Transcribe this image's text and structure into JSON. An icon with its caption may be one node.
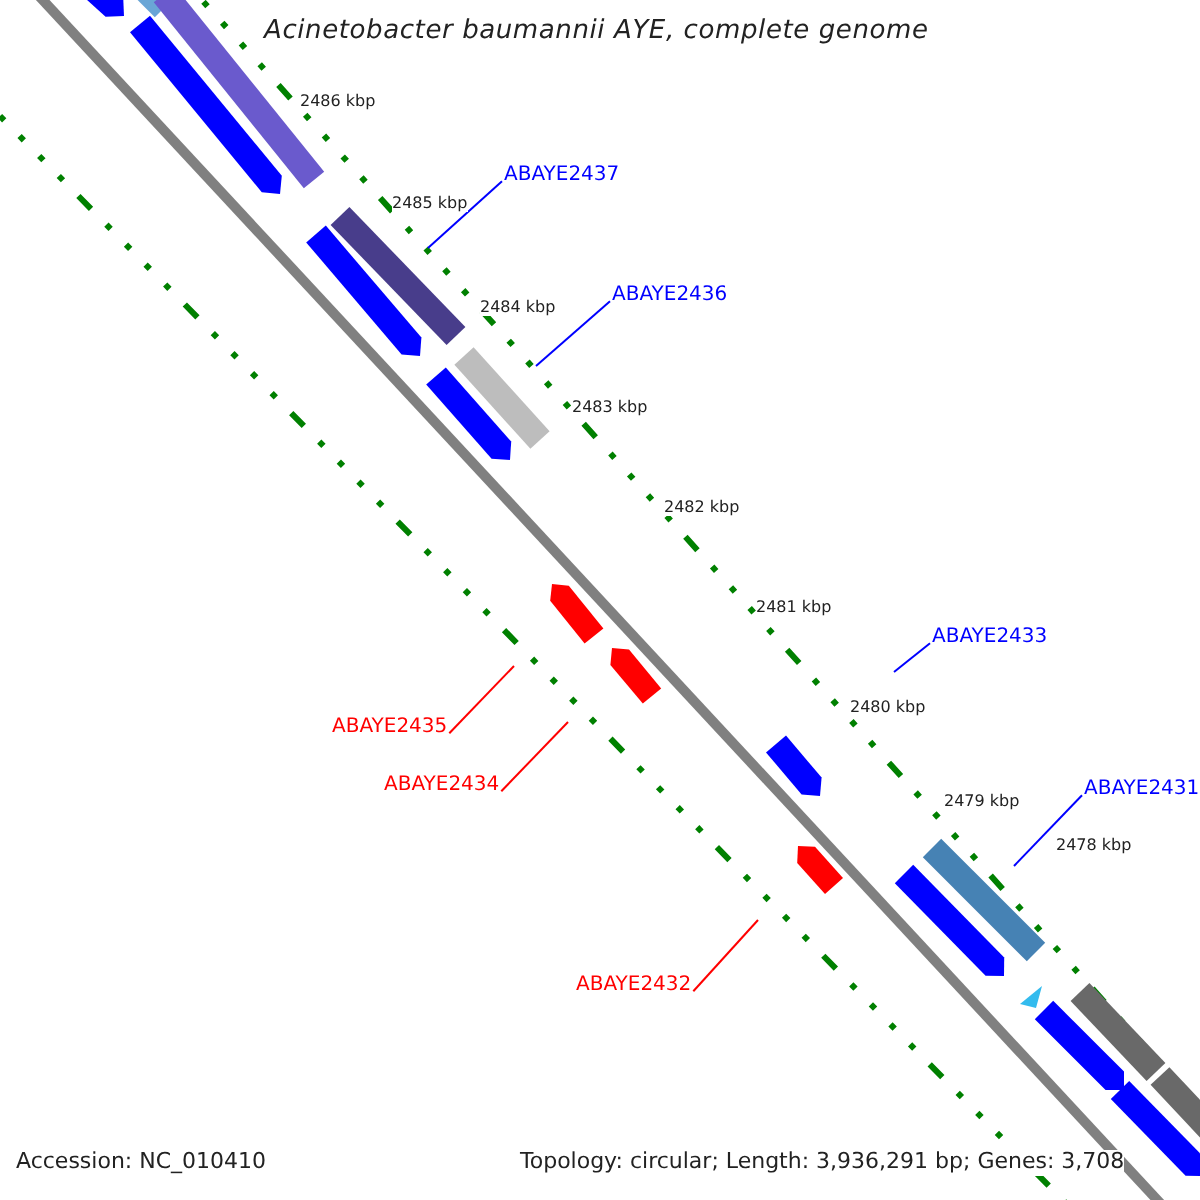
{
  "diagram": {
    "title": "Acinetobacter baumannii AYE, complete genome",
    "nodes": [
      {
        "text": [
          "ABAYE2437"
        ]
      },
      {
        "text": [
          "ABAYE2436"
        ]
      },
      {
        "text": [
          "ABAYE2433"
        ]
      },
      {
        "text": [
          "ABAYE2431"
        ]
      },
      {
        "text": [
          "ABAYE2435"
        ]
      },
      {
        "text": [
          "ABAYE2434"
        ]
      },
      {
        "text": [
          "ABAYE2432"
        ]
      }
    ],
    "edges": [
      {
        "from": 0,
        "to": null,
        "arrow": "none"
      },
      {
        "from": 1,
        "to": null,
        "arrow": "none"
      },
      {
        "from": 2,
        "to": null,
        "arrow": "none"
      },
      {
        "from": 3,
        "to": null,
        "arrow": "none"
      },
      {
        "from": 4,
        "to": null,
        "arrow": "none",
        "color": "#ff0000"
      },
      {
        "from": 5,
        "to": null,
        "arrow": "none",
        "color": "#ff0000"
      },
      {
        "from": 6,
        "to": null,
        "arrow": "none",
        "color": "#ff0000"
      }
    ],
    "labels": [
      "2486 kbp",
      "2485 kbp",
      "2484 kbp",
      "2483 kbp",
      "2482 kbp",
      "2481 kbp",
      "2480 kbp",
      "2479 kbp",
      "2478 kbp",
      "Accession: NC_010410",
      "Topology: circular; Length: 3,936,291 bp; Genes: 3,708"
    ]
  }
}
